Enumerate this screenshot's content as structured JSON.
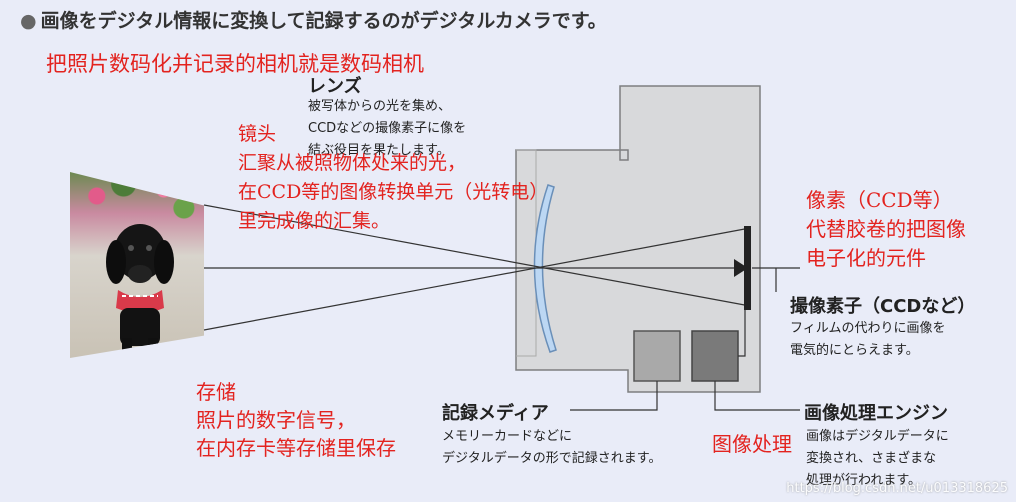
{
  "heading": "画像をデジタル情報に変換して記録するのがデジタルカメラです。",
  "annotation_main": "把照片数码化并记录的相机就是数码相机",
  "lens": {
    "title": "レンズ",
    "desc_lines": [
      "被写体からの光を集め、",
      "CCDなどの撮像素子に像を",
      "結ぶ役目を果たします。"
    ],
    "annotation_lines": [
      "镜头",
      "汇聚从被照物体处来的光，",
      "在CCD等的图像转换单元（光转电）",
      "里完成像的汇集。"
    ]
  },
  "sensor": {
    "title": "撮像素子（CCDなど）",
    "desc_lines": [
      "フィルムの代わりに画像を",
      "電気的にとらえます。"
    ],
    "annotation_lines": [
      "像素（CCD等）",
      "代替胶卷的把图像",
      "电子化的元件"
    ]
  },
  "media": {
    "title": "記録メディア",
    "desc_lines": [
      "メモリーカードなどに",
      "デジタルデータの形で記録されます。"
    ],
    "annotation_lines": [
      "存储",
      "照片的数字信号，",
      "在内存卡等存储里保存"
    ]
  },
  "engine": {
    "title": "画像処理エンジン",
    "desc_lines": [
      "画像はデジタルデータに",
      "変換され、さまざまな",
      "処理が行われます。"
    ],
    "annotation": "图像处理"
  },
  "watermark": "https://blog.csdn.net/u013318625",
  "colors": {
    "annotation": "#e3231f",
    "background": "#e9ecf8",
    "lens": "#bcd7f3",
    "chip": "#7a7a7a"
  }
}
